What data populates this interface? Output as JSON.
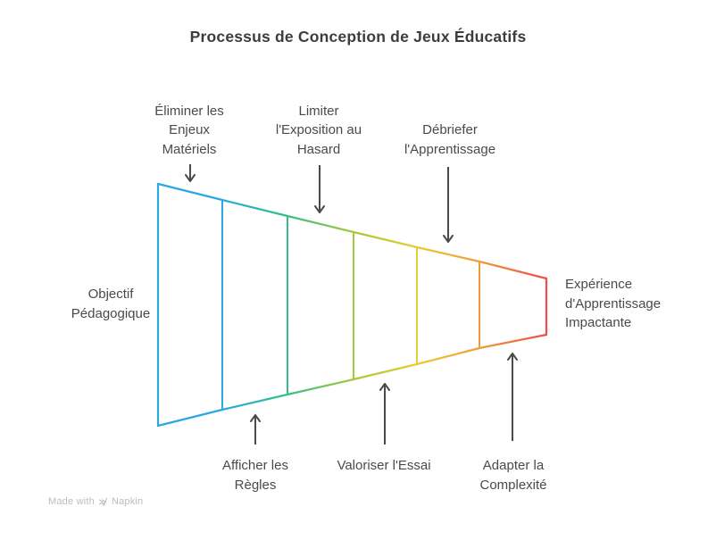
{
  "title": "Processus de Conception de Jeux Éducatifs",
  "diagram": {
    "type": "funnel",
    "direction": "left-to-right",
    "input_label": "Objectif Pédagogique",
    "output_label": "Expérience d'Apprentissage Impactante",
    "top_steps": [
      "Éliminer les Enjeux Matériels",
      "Limiter l'Exposition au Hasard",
      "Débriefer l'Apprentissage"
    ],
    "bottom_steps": [
      "Afficher les Règles",
      "Valoriser l'Essai",
      "Adapter la Complexité"
    ],
    "segment_colors": [
      "#29A9E0",
      "#35BE8B",
      "#A5C93C",
      "#E6CE2E",
      "#F39B38",
      "#E94F4C"
    ],
    "arrow_color": "#4A4A4A"
  },
  "footer": {
    "made_with": "Made with",
    "brand": "Napkin"
  }
}
